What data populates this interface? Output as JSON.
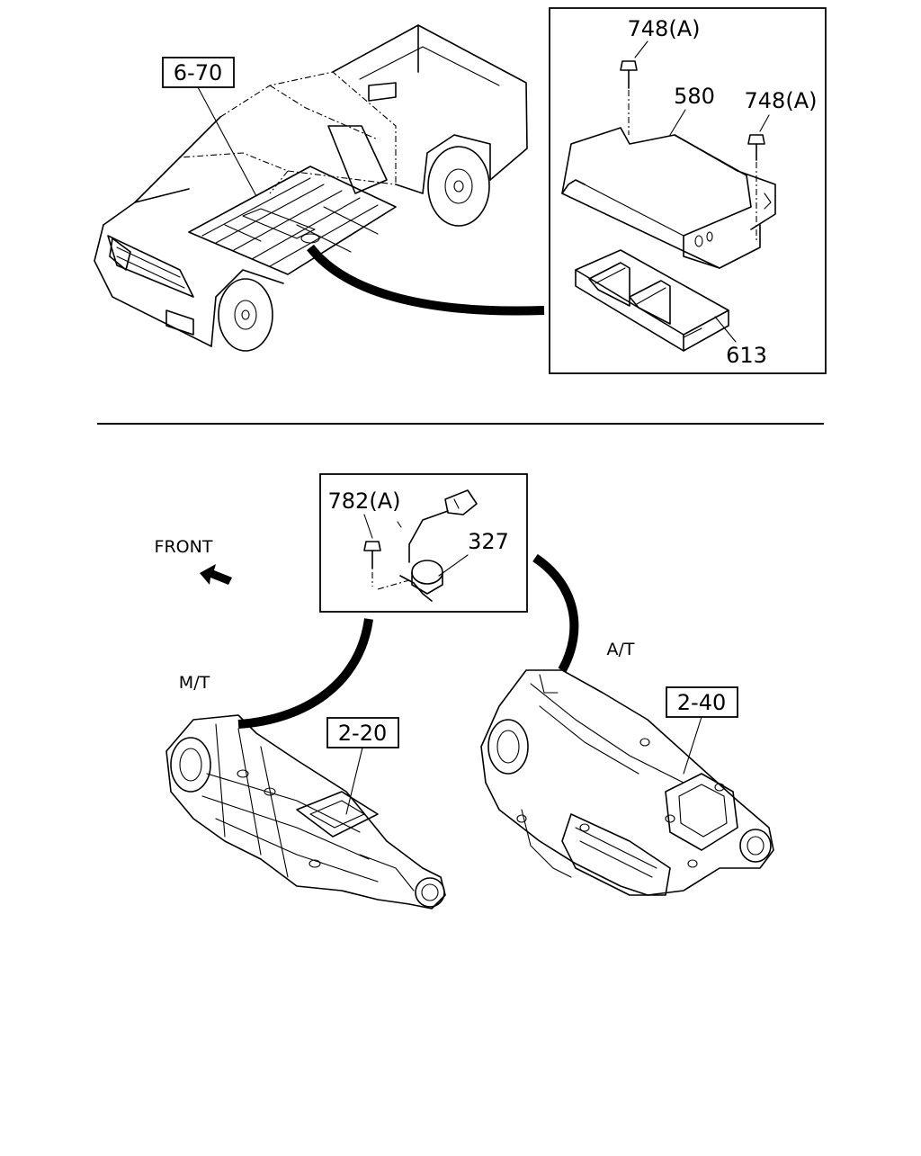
{
  "callouts": {
    "vehicle_ref": "6-70",
    "bolt_top_left": "748(A)",
    "bracket": "580",
    "bolt_top_right": "748(A)",
    "control_unit": "613",
    "bolt_sensor": "782(A)",
    "sensor": "327",
    "mt_ref": "2-20",
    "at_ref": "2-40"
  },
  "labels": {
    "front": "FRONT",
    "manual": "M/T",
    "automatic": "A/T"
  }
}
